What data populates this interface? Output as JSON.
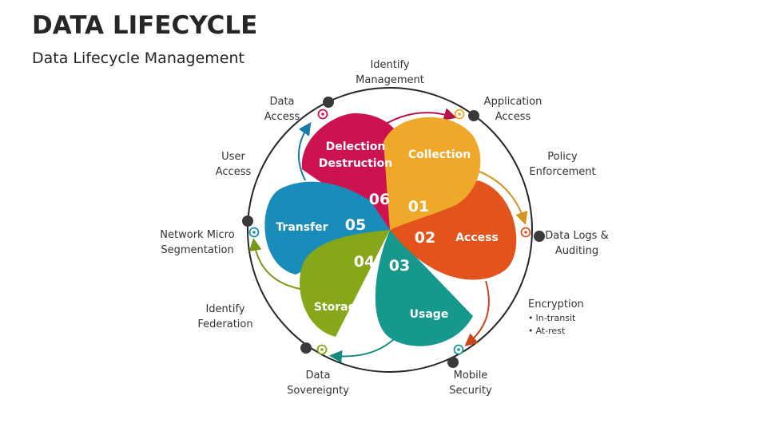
{
  "title": "DATA LIFECYCLE",
  "subtitle": "Data Lifecycle Management",
  "petals": [
    {
      "number": "01",
      "name": "Collection",
      "color": "#F0A82A"
    },
    {
      "number": "02",
      "name": "Access",
      "color": "#E2541C"
    },
    {
      "number": "03",
      "name": "Usage",
      "color": "#16998C"
    },
    {
      "number": "04",
      "name": "Storage",
      "color": "#86A818"
    },
    {
      "number": "05",
      "name": "Transfer",
      "color": "#1A8CBA"
    },
    {
      "number": "06",
      "name": "Delection Destruction",
      "color": "#CC1350"
    }
  ],
  "outer_labels": {
    "identify_management": [
      "Identify",
      "Management"
    ],
    "application_access": [
      "Application",
      "Access"
    ],
    "policy_enforcement": [
      "Policy",
      "Enforcement"
    ],
    "data_logs_auditing": [
      "Data Logs &",
      "Auditing"
    ],
    "encryption": {
      "title": "Encryption",
      "items": [
        "In-transit",
        "At-rest"
      ]
    },
    "mobile_security": [
      "Mobile",
      "Security"
    ],
    "data_sovereignty": [
      "Data",
      "Sovereignty"
    ],
    "identify_federation": [
      "Identify",
      "Federation"
    ],
    "network_micro_segmentation": [
      "Network Micro",
      "Segmentation"
    ],
    "user_access": [
      "User",
      "Access"
    ],
    "data_access": [
      "Data",
      "Access"
    ]
  },
  "colors": {
    "ring": "#262626",
    "text": "#333333"
  }
}
